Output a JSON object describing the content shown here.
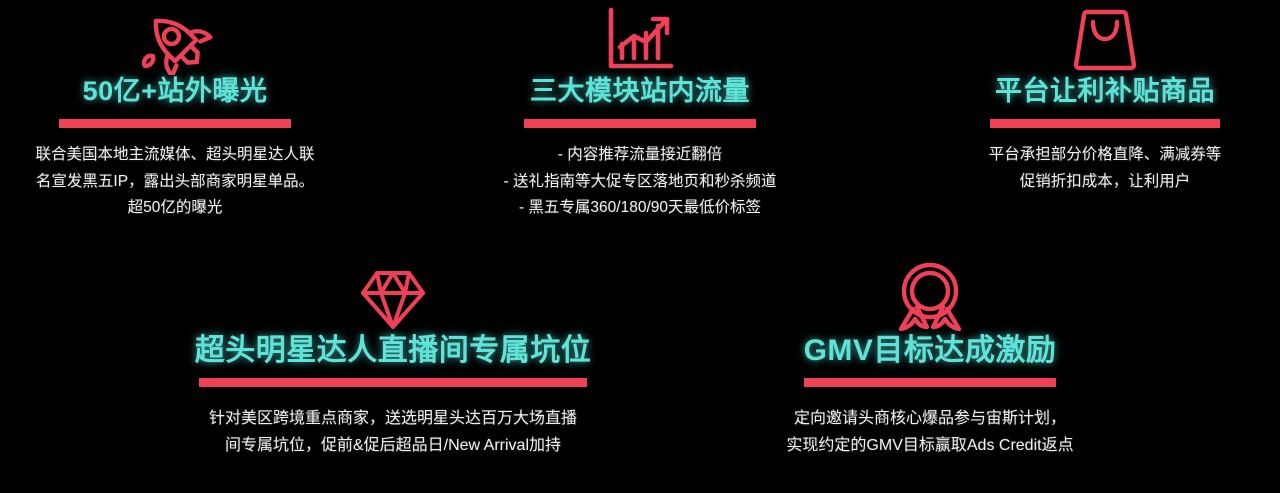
{
  "theme": {
    "background": "#000000",
    "title_color": "#5FE3D8",
    "accent_bar_color": "#EF4058",
    "icon_color": "#EF4058",
    "body_color": "#F2F2F2"
  },
  "cards": [
    {
      "icon": "rocket-icon",
      "title": "50亿+站外曝光",
      "lines": [
        "联合美国本地主流媒体、超头明星达人联",
        "名宣发黑五IP，露出头部商家明星单品。",
        "超50亿的曝光"
      ]
    },
    {
      "icon": "bar-chart-growth-icon",
      "title": "三大模块站内流量",
      "lines": [
        "- 内容推荐流量接近翻倍",
        "- 送礼指南等大促专区落地页和秒杀频道",
        "- 黑五专属360/180/90天最低价标签"
      ]
    },
    {
      "icon": "shopping-bag-icon",
      "title": "平台让利补贴商品",
      "lines": [
        "平台承担部分价格直降、满减券等",
        "促销折扣成本，让利用户"
      ]
    },
    {
      "icon": "diamond-icon",
      "title": "超头明星达人直播间专属坑位",
      "lines": [
        "针对美区跨境重点商家，送选明星头达百万大场直播",
        "间专属坑位，促前&促后超品日/New Arrival加持"
      ]
    },
    {
      "icon": "award-medal-icon",
      "title": "GMV目标达成激励",
      "lines": [
        "定向邀请头商核心爆品参与宙斯计划，",
        "实现约定的GMV目标赢取Ads Credit返点"
      ]
    }
  ]
}
